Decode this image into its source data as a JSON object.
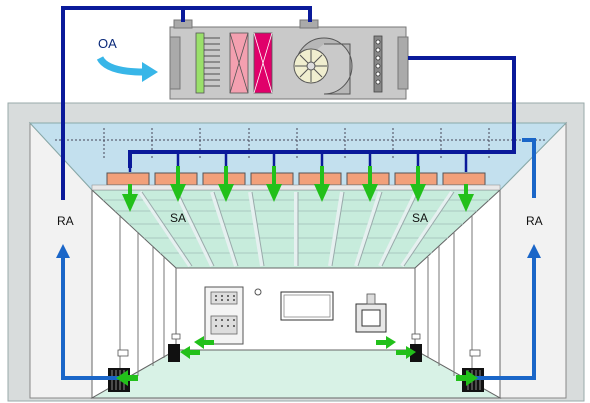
{
  "labels": {
    "oa": "OA",
    "ra_left": "RA",
    "ra_right": "RA",
    "sa_left": "SA",
    "sa_right": "SA"
  },
  "colors": {
    "supply_duct": "#0a1a9a",
    "return_duct": "#1a66c8",
    "airflow_arrow": "#22c01a",
    "outdoor_air_arrow": "#38b6e8",
    "filter_unit": "#f2a07a",
    "ceiling_panel": "#c7ecdc",
    "ceiling_band": "#b9d9e8",
    "room_wall": "#d8dcdc"
  },
  "components": {
    "air_handler": "air-handling-unit",
    "fan": "centrifugal-fan-icon",
    "filter_pink": "pre-filter",
    "filter_magenta": "medium-filter",
    "coil": "heat-exchange-coil"
  }
}
